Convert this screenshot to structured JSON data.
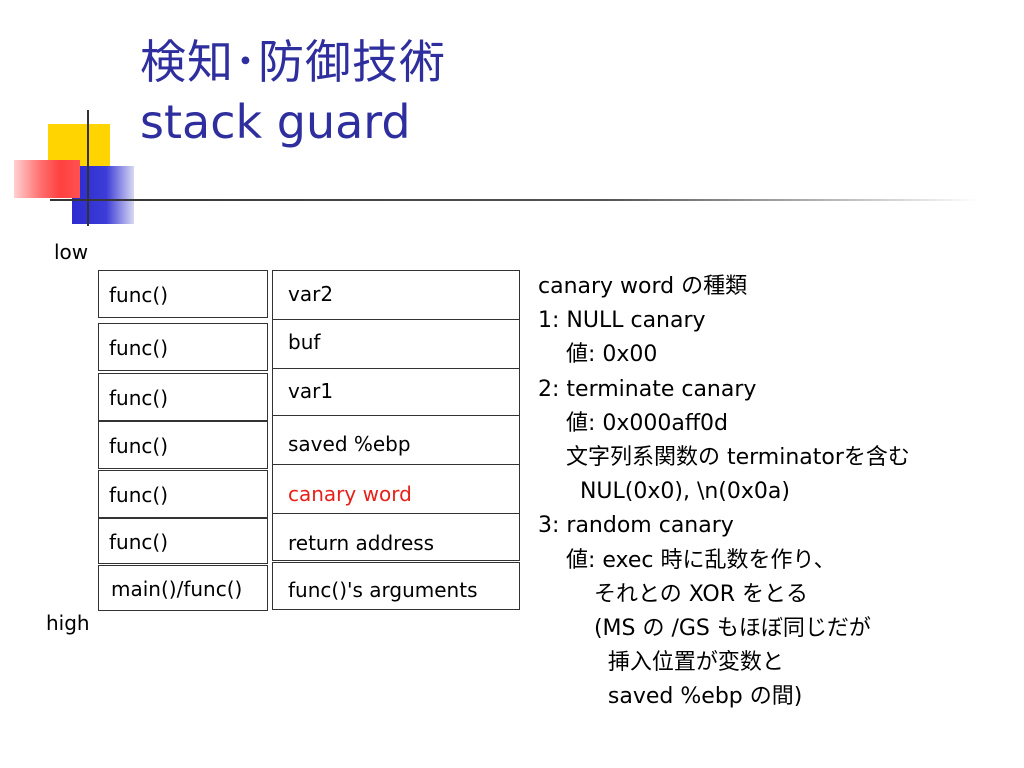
{
  "slide": {
    "title_line1": "検知･防御技術",
    "title_line2": "stack guard"
  },
  "stack": {
    "low_label": "low",
    "high_label": "high",
    "frames": [
      "func()",
      "func()",
      "func()",
      "func()",
      "func()",
      "func()",
      "main()/func()"
    ],
    "slots": [
      "var2",
      "buf",
      "var1",
      "saved %ebp",
      "canary word",
      "return address",
      "func()'s arguments"
    ]
  },
  "notes": [
    "canary word の種類",
    "1: NULL canary",
    "    値: 0x00",
    "2: terminate canary",
    "    値: 0x000aff0d",
    "    文字列系関数の terminatorを含む",
    "      NUL(0x0), \\n(0x0a)",
    "3: random canary",
    "    値: exec 時に乱数を作り、",
    "        それとの XOR をとる",
    "        (MS の /GS もほぼ同じだが",
    "          挿入位置が変数と",
    "          saved %ebp の間)"
  ],
  "colors": {
    "title": "#2e2e9e",
    "accent_red": "#e8201a",
    "deco_yellow": "#ffd400",
    "deco_blue": "#2b2bd0"
  }
}
